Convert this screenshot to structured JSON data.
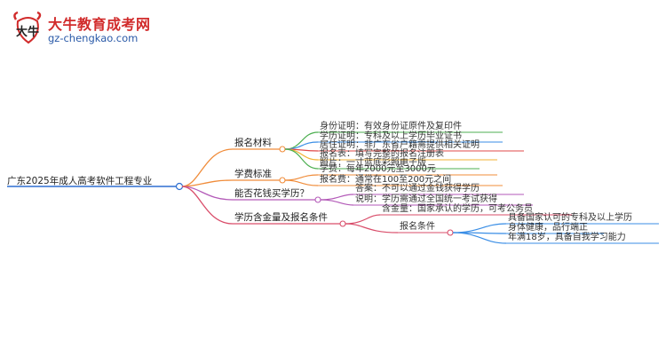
{
  "logo": {
    "brand": "大牛教育成考网",
    "domain": "gz-chengkao.com",
    "mark_text": "大牛"
  },
  "mindmap": {
    "root": "广东2025年成人高考软件工程专业",
    "branches": [
      {
        "label": "报名材料",
        "color": "#f08c3a",
        "children": [
          "身份证明：有效身份证原件及复印件",
          "学历证明：专科及以上学历毕业证书",
          "居住证明：非广东省户籍需提供相关证明",
          "报名表：填写完整的报名注册表",
          "照片：一寸蓝底彩照电子版"
        ]
      },
      {
        "label": "学费标准",
        "color": "#f08c3a",
        "children": [
          "学费：每年2000元至3000元",
          "报名费：通常在100至200元之间"
        ]
      },
      {
        "label": "能否花钱买学历？",
        "color": "#b35ab8",
        "children": [
          "答案：不可以通过金钱获得学历",
          "说明：学历需通过全国统一考试获得"
        ]
      },
      {
        "label": "学历含金量及报名条件",
        "color": "#d94d6a",
        "children": [
          {
            "label": "含金量：国家承认的学历，可考公务员"
          },
          {
            "label": "报名条件",
            "children": [
              "具备国家认可的专科及以上学历",
              "身体健康，品行端正",
              "年满18岁，具备自我学习能力"
            ]
          }
        ]
      }
    ]
  },
  "colors": {
    "root_node": "#2e6fd0",
    "orange": "#f08c3a",
    "purple": "#b35ab8",
    "crimson": "#d94d6a",
    "green": "#4caf50",
    "blue": "#3a8ee6",
    "red": "#e04848",
    "amber": "#f2b233"
  }
}
